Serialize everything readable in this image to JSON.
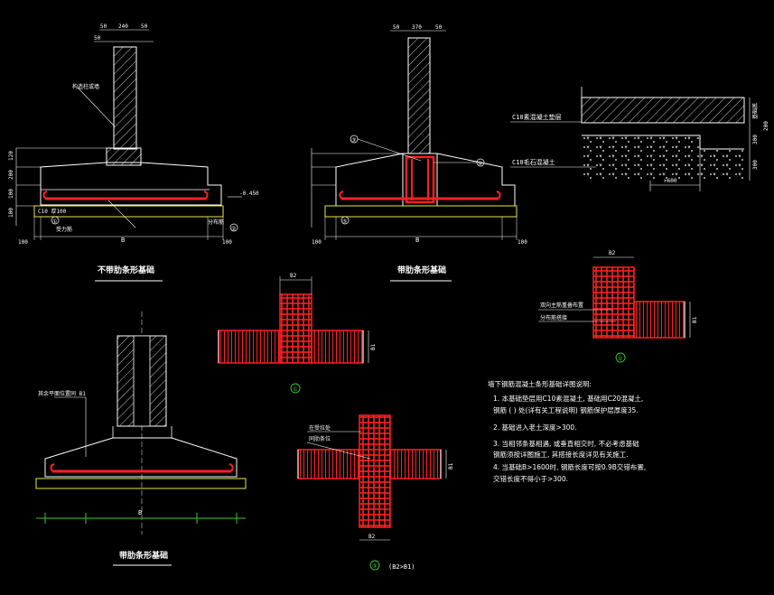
{
  "colors": {
    "background": "#000000",
    "outline": "#ffffff",
    "rebar": "#ff2020",
    "rebar_hatch": "#ff4040",
    "axis": "#33cc33",
    "accent_yellow": "#e8e84a",
    "concrete_hatch": "#ffffff"
  },
  "drawing_a": {
    "title": "不带肋条形基础",
    "dim_top": [
      "50",
      "240",
      "50"
    ],
    "dim_top_inner": "50",
    "dim_left": [
      "120",
      "200",
      "100",
      "100"
    ],
    "dim_bottom": [
      "100",
      "B",
      "100"
    ],
    "label_wall": "构造柱或墙",
    "label_level": "-0.450",
    "label_marks": [
      "①",
      "②"
    ],
    "label_rebar": "受力筋",
    "label_dist": "分布筋",
    "label_cover": "C10 厚100"
  },
  "drawing_b": {
    "title": "带肋条形基础",
    "dim_top": [
      "50",
      "370",
      "50"
    ],
    "dim_bottom": [
      "100",
      "B",
      "100"
    ],
    "label_marks": [
      "③",
      "④",
      "⑤"
    ]
  },
  "drawing_c": {
    "label_c10_top": "C10素混凝土垫层",
    "label_c10_bottom": "C10毛石混凝土",
    "label_side": "基础底",
    "dim_right": [
      "300",
      "300"
    ],
    "dim_bottom": ">600",
    "dim_right_small": "200"
  },
  "drawing_d": {
    "title": "带肋条形基础",
    "label_left": "其余平面位置同 B1",
    "dim_bottom": "B"
  },
  "detail1": {
    "dim_top": "B2",
    "dim_right": "B1",
    "number": "①"
  },
  "detail2": {
    "dim_top": "B2",
    "dim_right": "B1",
    "label_a": "双向主筋重叠布置",
    "label_b": "分布筋搭接",
    "number": "②"
  },
  "detail3": {
    "label_a": "在受拉处",
    "label_b": "同肋条位",
    "dim_right": "B1",
    "dim_bottom": "B2",
    "number": "③",
    "caption": "(B2>B1)"
  },
  "notes": {
    "heading": "墙下钢筋混凝土条形基础详图说明:",
    "lines": [
      "1. 本基础垫层用C10素混凝土, 基础用C20混凝土,",
      "    钢筋 (  ) 处(详有关工程说明) 钢筋保护层厚度35.",
      "2. 基础进入老土深度>300.",
      "3. 当相邻条基相遇, 或垂直相交时, 不必考虑基础",
      "    钢筋须按详图施工, 其搭接长度详见有关施工.",
      "4. 当基础B>1600时, 钢筋长度可按0.9B交错布置,",
      "    交错长度不得小于>300."
    ]
  }
}
